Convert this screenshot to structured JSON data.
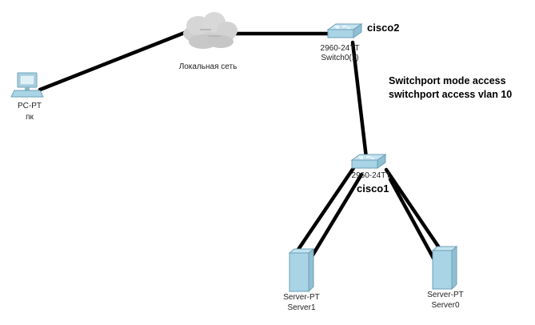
{
  "colors": {
    "link": "#000000",
    "device_fill": "#a9d4e6",
    "device_stroke": "#6f9fb5",
    "cloud_fill": "#d3d3d3",
    "background": "#ffffff"
  },
  "devices": {
    "pc": {
      "type_label": "PC-PT",
      "name_label": "пк",
      "icon": "pc-icon"
    },
    "cloud": {
      "name_label": "Локальная сеть",
      "icon": "cloud-icon"
    },
    "switch0": {
      "model_label": "2960-24TT",
      "name_label": "Switch0(1)",
      "hostname": "cisco2",
      "icon": "switch-icon"
    },
    "switch1": {
      "model_label": "2960-24TT",
      "hostname": "cisco1",
      "icon": "switch-icon"
    },
    "server1": {
      "type_label": "Server-PT",
      "name_label": "Server1",
      "icon": "server-icon"
    },
    "server0": {
      "type_label": "Server-PT",
      "name_label": "Server0",
      "icon": "server-icon"
    }
  },
  "config_note": {
    "line1": "Switchport mode access",
    "line2": "switchport access vlan 10"
  }
}
